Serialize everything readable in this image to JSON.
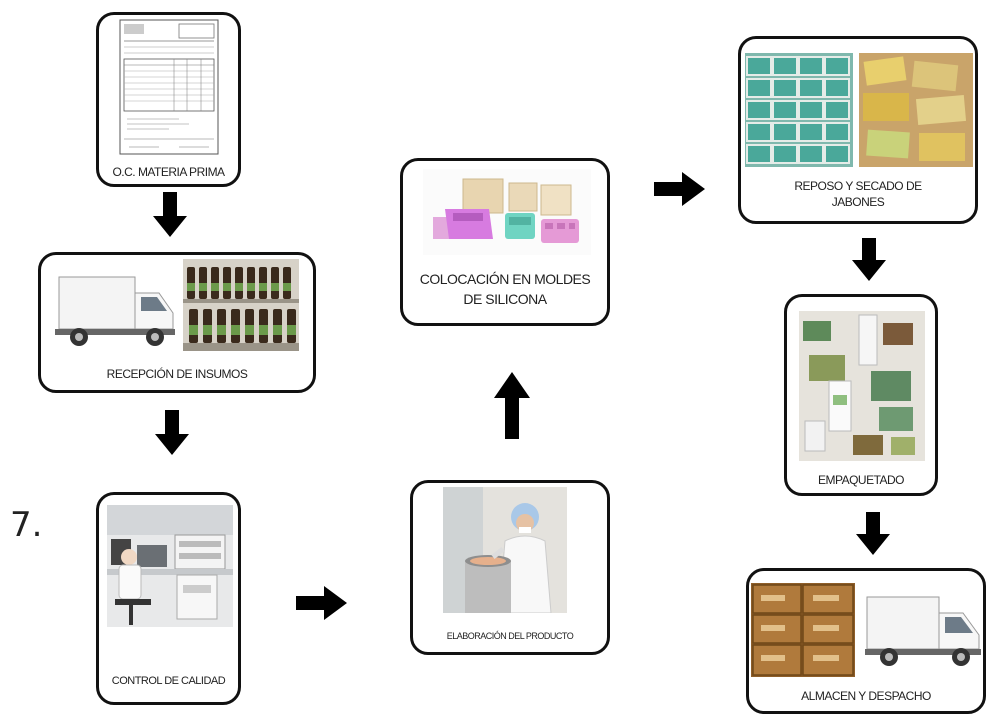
{
  "list_number": "7.",
  "steps": {
    "oc": "O.C. MATERIA PRIMA",
    "recepcion": "RECEPCIÓN DE INSUMOS",
    "control": "CONTROL  DE  CALIDAD",
    "elaboracion": "ELABORACIÓN  DEL  PRODUCTO",
    "moldes_1": "COLOCACIÓN EN MOLDES",
    "moldes_2": "DE SILICONA",
    "reposo_1": "REPOSO Y SECADO DE",
    "reposo_2": "JABONES",
    "empaquetado": "EMPAQUETADO",
    "almacen": "ALMACEN Y DESPACHO"
  },
  "colors": {
    "border": "#111111",
    "arrow": "#000000",
    "soap_teal": "#4aa89a",
    "soap_yellow": "#d9b64a",
    "mold_pink": "#d77be0",
    "mold_mint": "#6fd4c2",
    "cardboard": "#b07a3c"
  }
}
